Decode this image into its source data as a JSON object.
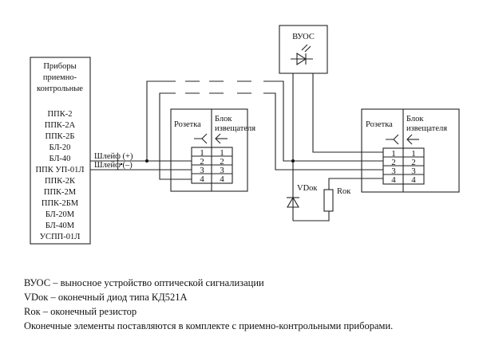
{
  "devices_box": {
    "title_lines": [
      "Приборы",
      "приемно-",
      "контрольные"
    ],
    "models": [
      "ППК-2",
      "ППК-2А",
      "ППК-2Б",
      "БЛ-20",
      "БЛ-40",
      "ППК УП-01Л",
      "ППК-2К",
      "ППК-2М",
      "ППК-2БМ",
      "БЛ-20М",
      "БЛ-40М",
      "УСПП-01Л"
    ]
  },
  "loop_labels": {
    "plus": "Шлейф (+)",
    "minus": "Шлейф (–)"
  },
  "detector_left": {
    "socket_label": "Розетка",
    "block_label_line1": "Блок",
    "block_label_line2": "извещателя",
    "pins": [
      "1",
      "2",
      "3",
      "4"
    ]
  },
  "detector_right": {
    "socket_label": "Розетка",
    "block_label_line1": "Блок",
    "block_label_line2": "извещателя",
    "pins": [
      "1",
      "2",
      "3",
      "4"
    ]
  },
  "vuos": {
    "label": "ВУОС"
  },
  "end_diode": {
    "label": "VDок"
  },
  "end_resistor": {
    "label": "Rок"
  },
  "legend": [
    "ВУОС – выносное устройство оптической сигнализации",
    "VDок –  оконечный диод типа КД521А",
    "Rок   –   оконечный резистор",
    "Оконечные элементы поставляются в комплекте с приемно-контрольными приборами."
  ]
}
